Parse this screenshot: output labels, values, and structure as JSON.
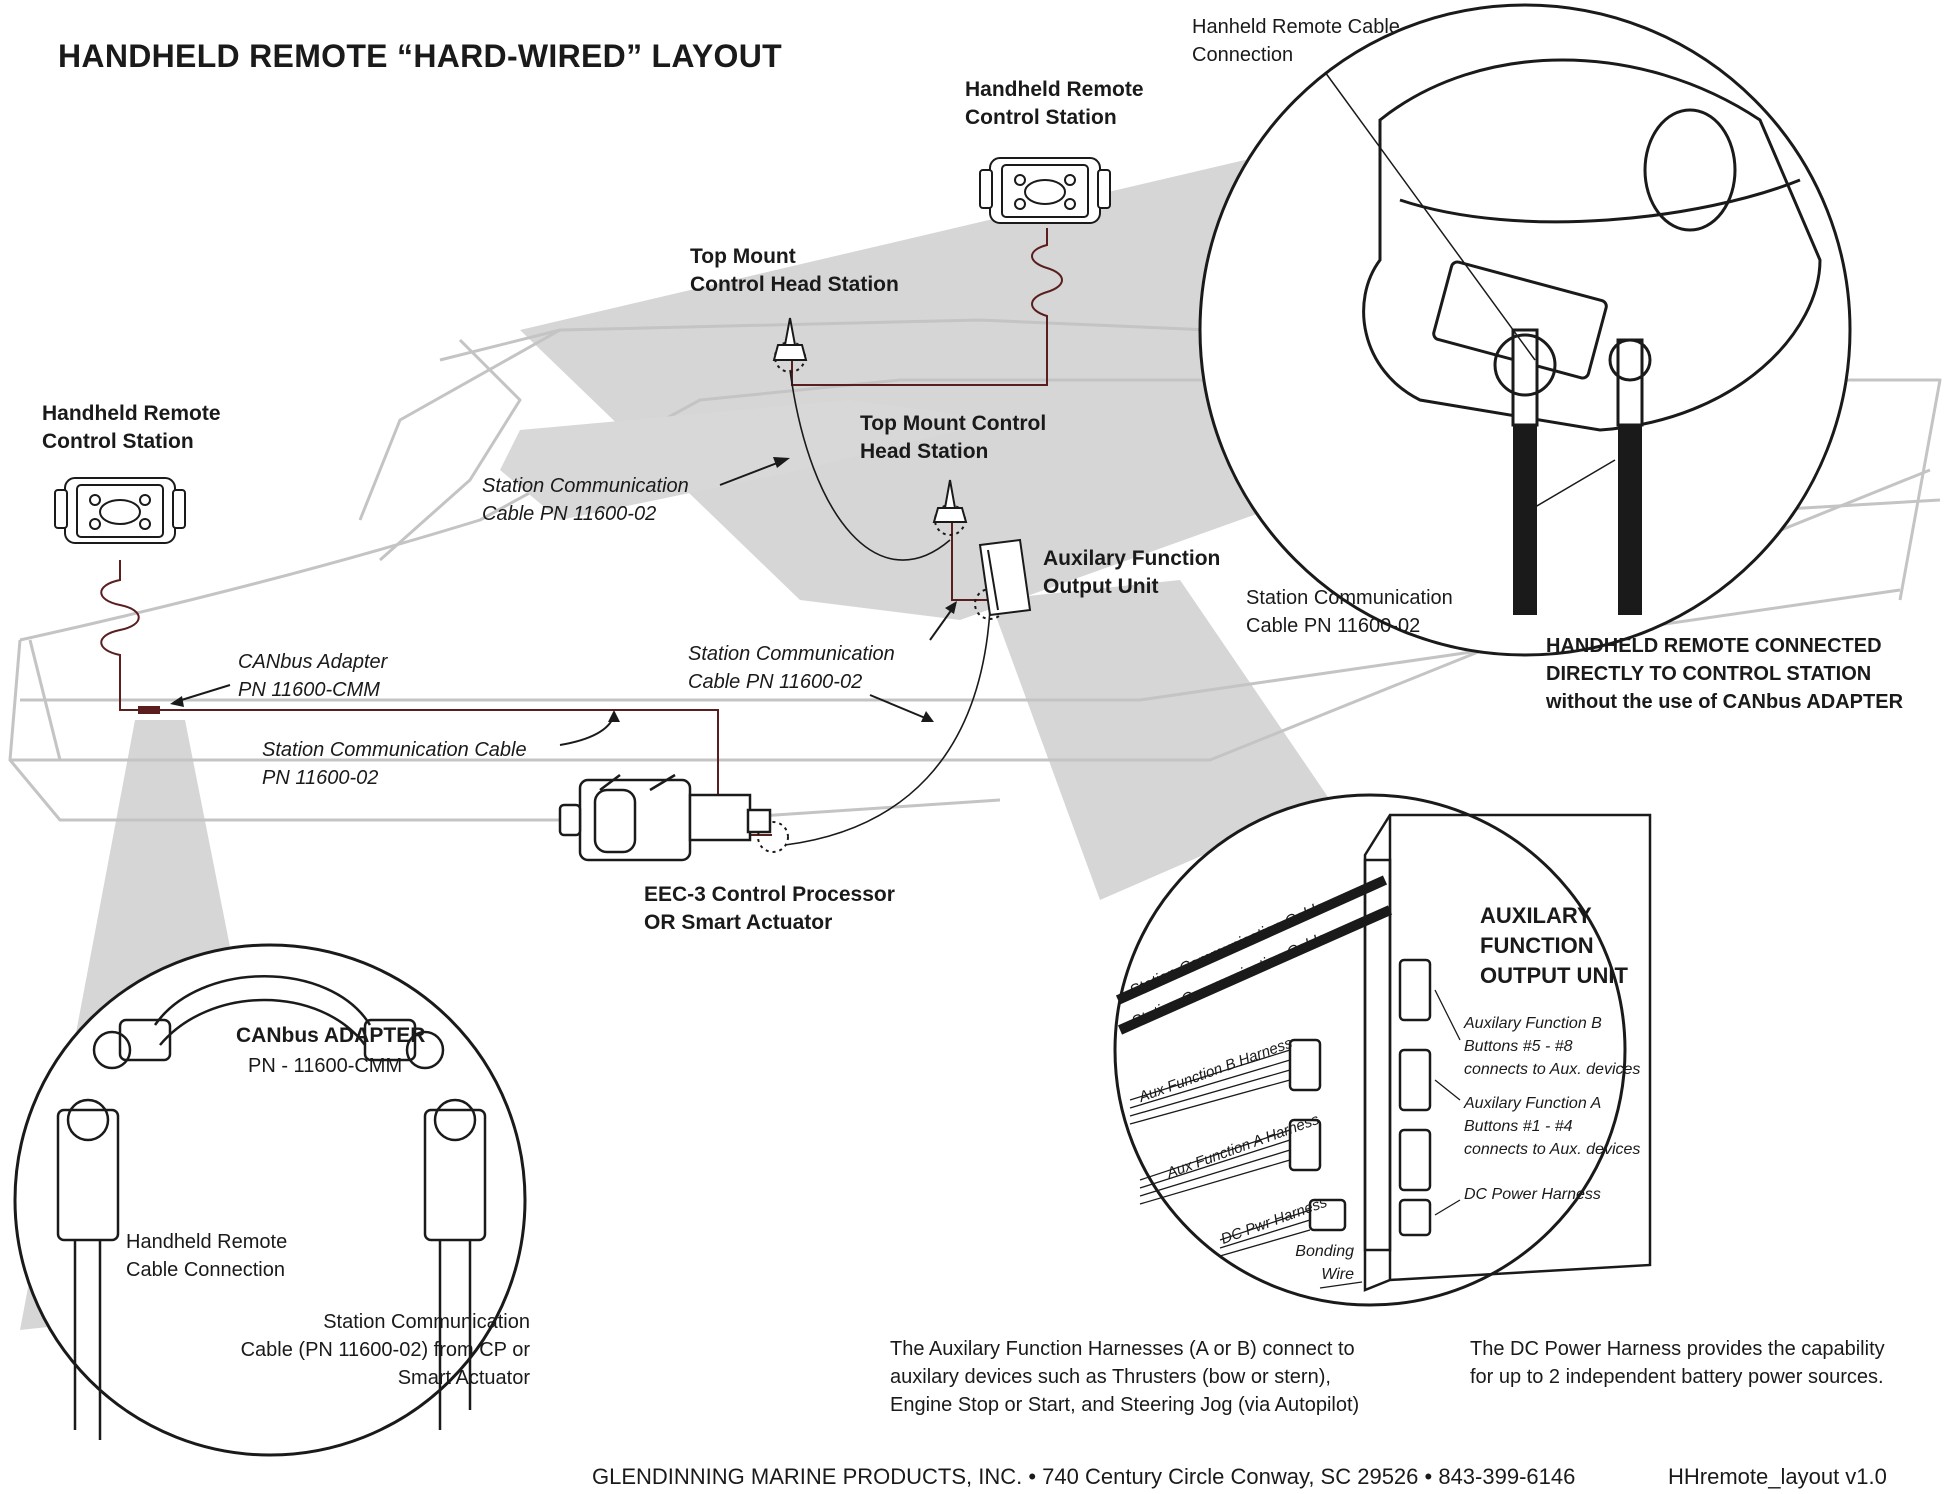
{
  "title": "HANDHELD REMOTE “HARD-WIRED” LAYOUT",
  "labels": {
    "handheld_station_top": [
      "Handheld Remote",
      "Control Station"
    ],
    "handheld_station_left": [
      "Handheld Remote",
      "Control Station"
    ],
    "top_mount_1": [
      "Top Mount",
      "Control Head Station"
    ],
    "top_mount_2": [
      "Top Mount Control",
      "Head Station"
    ],
    "aux_unit": [
      "Auxilary Function",
      "Output Unit"
    ],
    "station_cable_1": [
      "Station Communication",
      "Cable  PN 11600-02"
    ],
    "station_cable_2": [
      "Station Communication",
      "Cable  PN 11600-02"
    ],
    "station_cable_3": [
      "Station Communication Cable",
      "PN 11600-02"
    ],
    "canbus_adapter": [
      "CANbus Adapter",
      "PN 11600-CMM"
    ],
    "processor": [
      "EEC-3 Control Processor",
      "OR  Smart Actuator"
    ]
  },
  "top_right_inset": {
    "cable_connection": [
      "Hanheld Remote Cable",
      "Connection"
    ],
    "station_cable": [
      "Station Communication",
      "Cable  PN 11600-02"
    ],
    "caption": [
      "HANDHELD REMOTE CONNECTED",
      "DIRECTLY TO CONTROL STATION",
      "without the use of CANbus ADAPTER"
    ]
  },
  "bottom_left_inset": {
    "title": "CANbus ADAPTER",
    "pn": "PN - 11600-CMM",
    "handheld_connection": [
      "Handheld Remote",
      "Cable Connection"
    ],
    "station_cable": [
      "Station Communication",
      "Cable (PN 11600-02) from CP or",
      "Smart Actuator"
    ]
  },
  "aux_inset": {
    "title": [
      "AUXILARY",
      "FUNCTION",
      "OUTPUT UNIT"
    ],
    "cable_1": "Station Communication Cable",
    "cable_2": "Station Communication Cable",
    "harness_b": "Aux Function B Harness",
    "harness_a": "Aux Function A Harness",
    "harness_dc": "DC Pwr Harness",
    "func_b": [
      "Auxilary Function B",
      "Buttons #5 - #8",
      "connects to Aux. devices"
    ],
    "func_a": [
      "Auxilary Function A",
      "Buttons #1 - #4",
      "connects to Aux. devices"
    ],
    "dc_power": "DC Power Harness",
    "bonding": [
      "Bonding",
      "Wire"
    ]
  },
  "notes": {
    "aux_harness": [
      "The Auxilary Function Harnesses (A or B) connect to",
      "auxilary  devices  such as Thrusters (bow or stern),",
      "Engine Stop or Start, and Steering Jog (via Autopilot)"
    ],
    "dc_harness": [
      "The DC Power Harness provides the capability",
      "for up to 2 independent battery power sources."
    ]
  },
  "footer": {
    "company": "GLENDINNING MARINE PRODUCTS, INC. • 740 Century Circle Conway, SC 29526 • 843-399-6146",
    "version": "HHremote_layout v1.0"
  },
  "colors": {
    "ink": "#1a1a1a",
    "boat": "#c8c8c8",
    "wash": "#d4d4d4",
    "wire": "#5a1e1e"
  }
}
